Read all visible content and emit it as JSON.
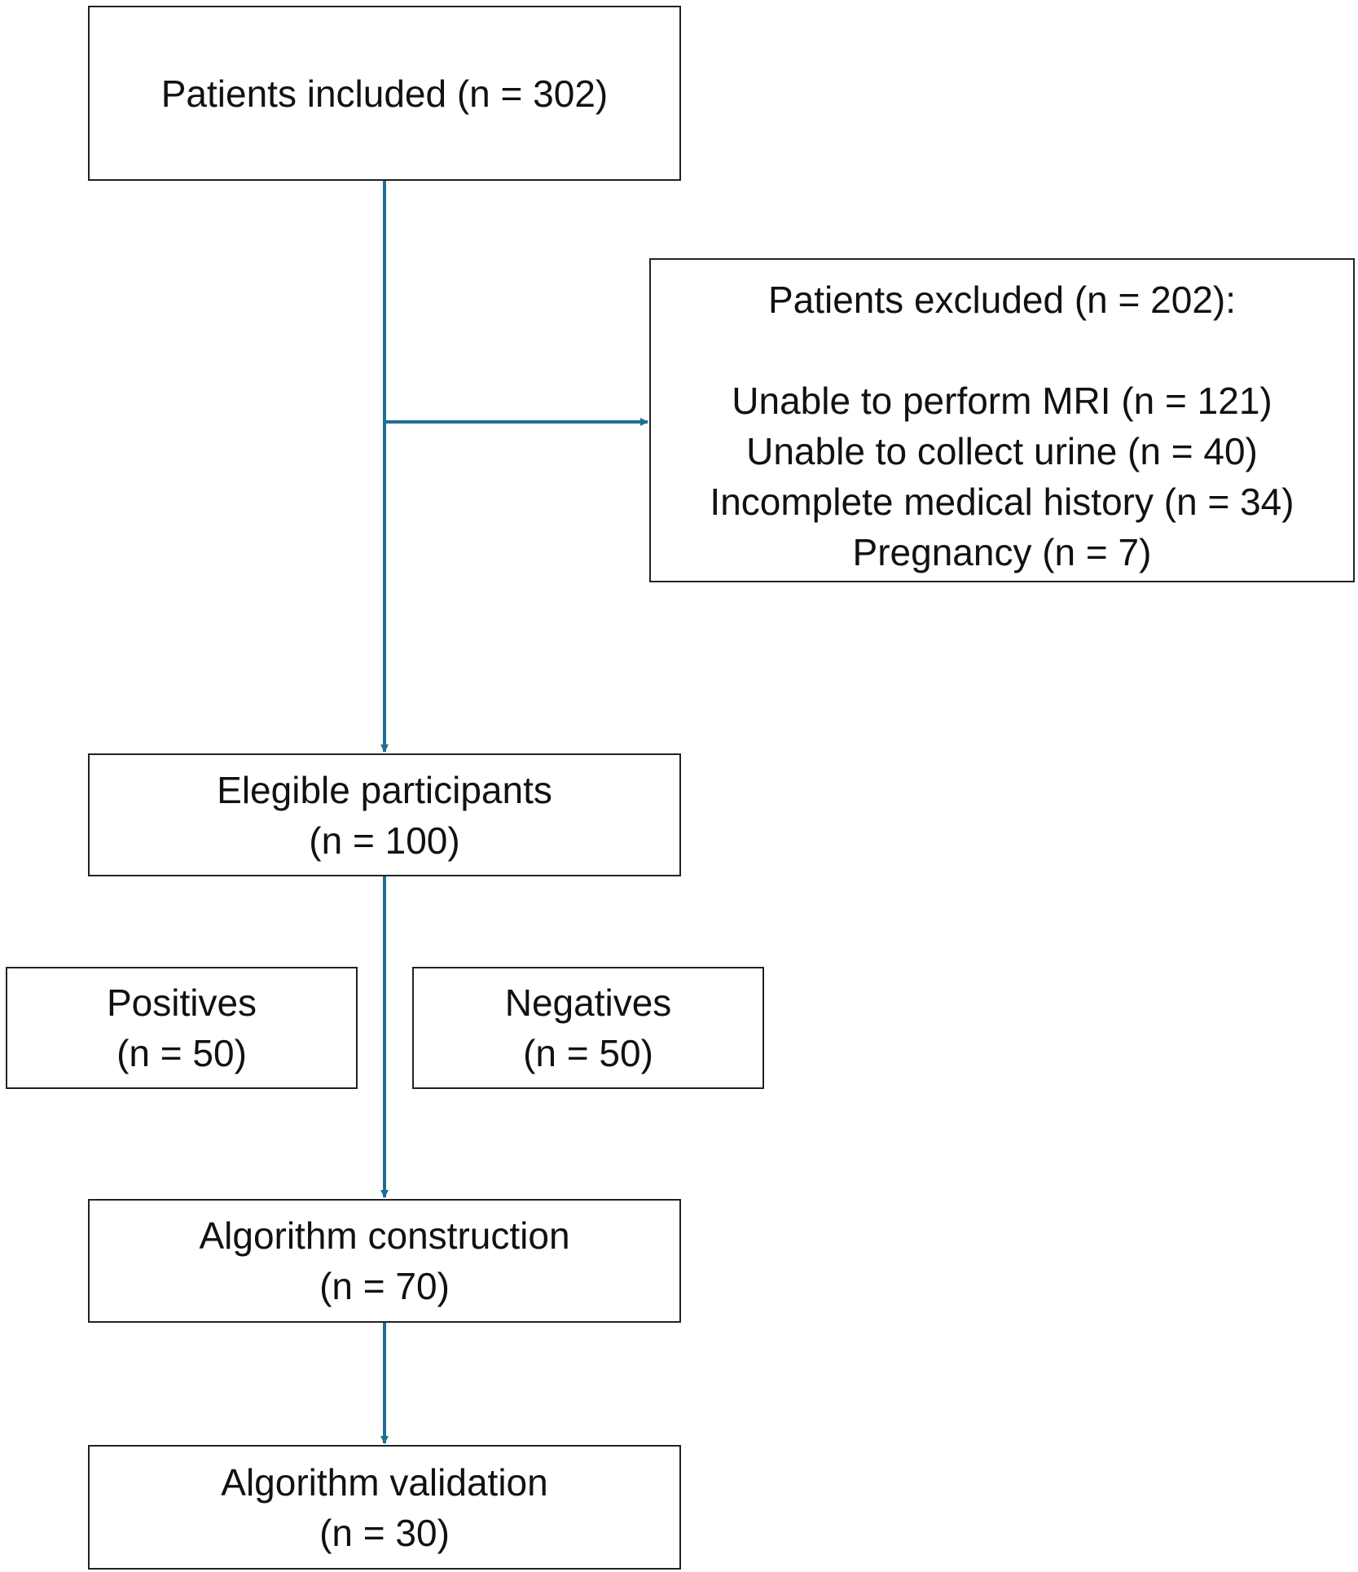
{
  "colors": {
    "connector": "#1f6e94",
    "border": "#222222"
  },
  "nodes": {
    "included": {
      "label": "Patients included (n = 302)"
    },
    "excluded": {
      "title": "Patients excluded (n = 202):",
      "reasons": [
        "Unable to perform MRI (n = 121)",
        "Unable to collect urine (n = 40)",
        "Incomplete medical history (n = 34)",
        "Pregnancy (n = 7)"
      ]
    },
    "eligible": {
      "label": "Elegible participants",
      "count": "(n = 100)"
    },
    "positives": {
      "label": "Positives",
      "count": "(n = 50)"
    },
    "negatives": {
      "label": "Negatives",
      "count": "(n = 50)"
    },
    "construction": {
      "label": "Algorithm construction",
      "count": "(n = 70)"
    },
    "validation": {
      "label": "Algorithm validation",
      "count": "(n = 30)"
    }
  }
}
